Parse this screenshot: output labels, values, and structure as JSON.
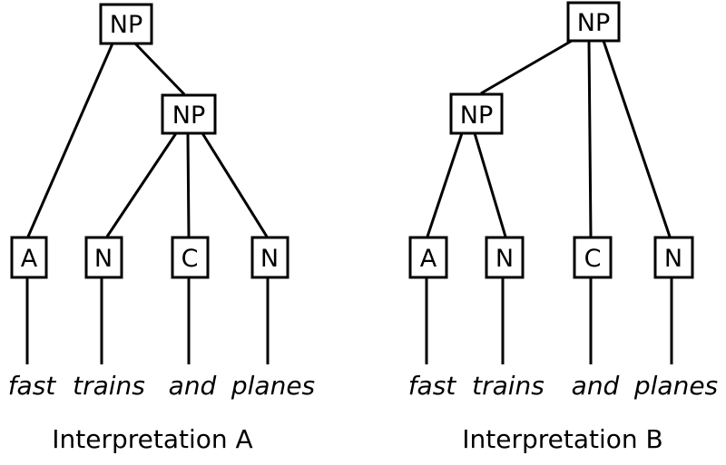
{
  "figure": {
    "description": "Two constituency parse trees showing the syntactic ambiguity of the phrase 'fast trains and planes'",
    "ink_color": "#000000",
    "background_color": "#ffffff",
    "trees": [
      {
        "caption": "Interpretation A",
        "root": "NP",
        "inner": "NP",
        "pos": [
          "A",
          "N",
          "C",
          "N"
        ],
        "words": [
          "fast",
          "trains",
          "and",
          "planes"
        ]
      },
      {
        "caption": "Interpretation B",
        "root": "NP",
        "inner": "NP",
        "pos": [
          "A",
          "N",
          "C",
          "N"
        ],
        "words": [
          "fast",
          "trains",
          "and",
          "planes"
        ]
      }
    ]
  }
}
